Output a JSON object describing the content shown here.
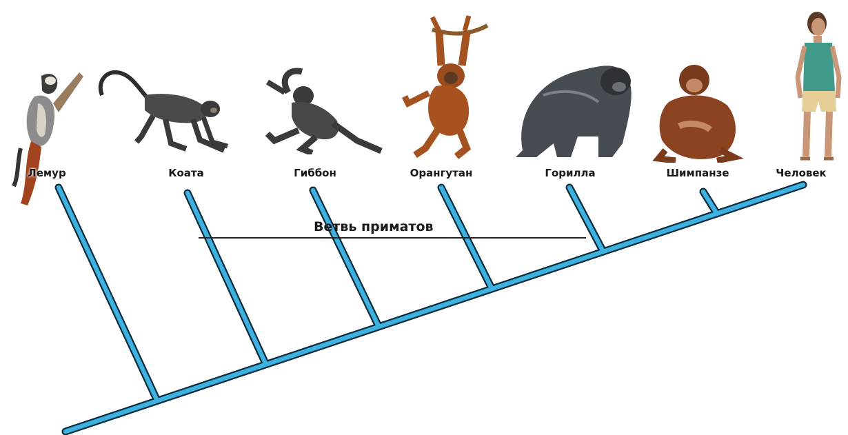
{
  "diagram": {
    "title": "Ветвь приматов",
    "species": [
      "Лемур",
      "Коата",
      "Гиббон",
      "Орангутан",
      "Горилла",
      "Шимпанзе",
      "Человек"
    ]
  },
  "colors": {
    "branch_fill": "#3db1e0",
    "branch_outline": "#0d2b3a",
    "label_text": "#1a1a1a"
  }
}
